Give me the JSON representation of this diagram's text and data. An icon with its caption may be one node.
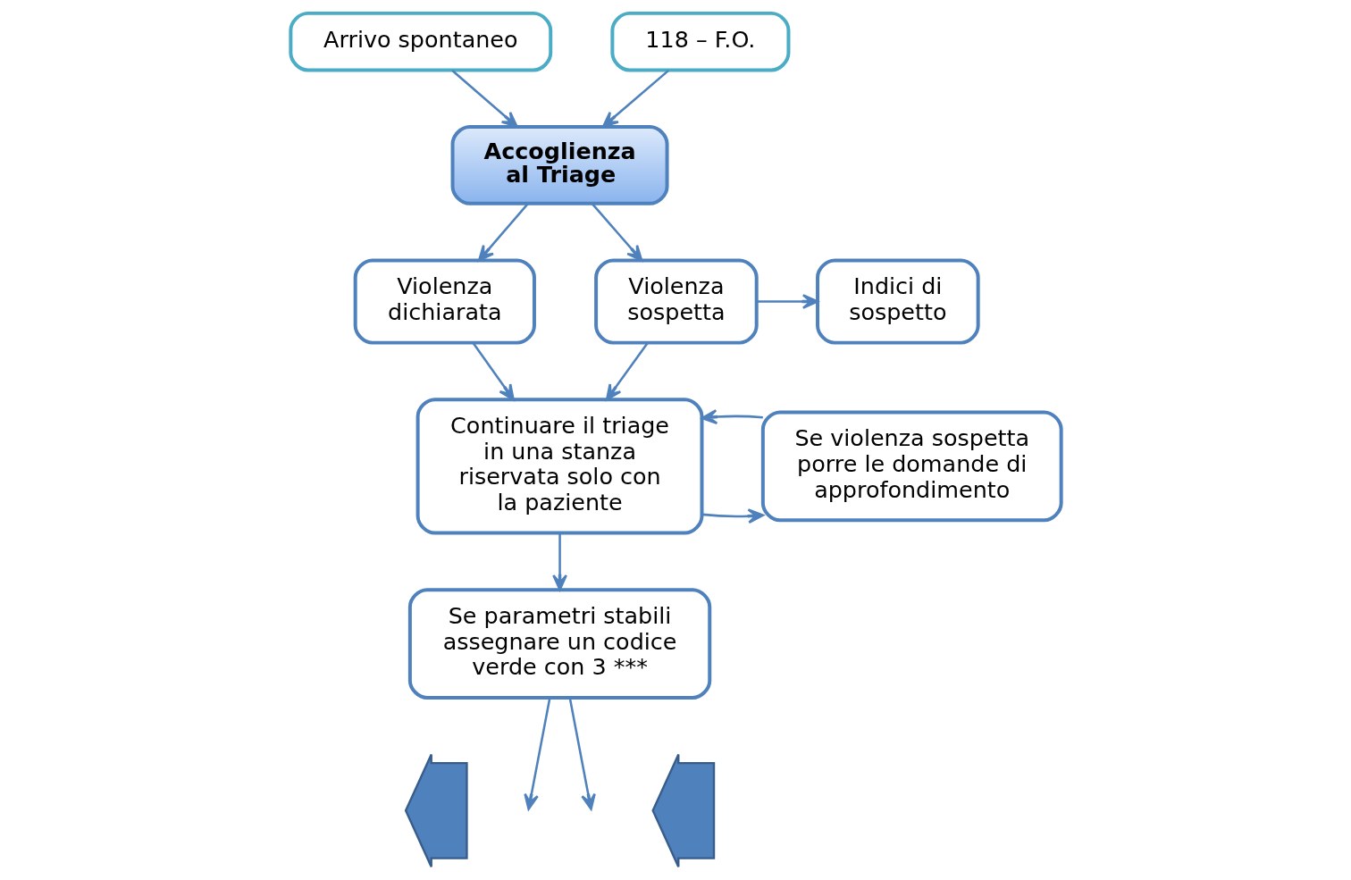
{
  "diagram": {
    "nodes": [
      {
        "text": [
          "Arrivo spontaneo"
        ]
      },
      {
        "text": [
          "118 – F.O."
        ]
      },
      {
        "text": [
          "Accoglienza al Triage"
        ]
      },
      {
        "text": [
          "Violenza dichiarata"
        ]
      },
      {
        "text": [
          "Violenza sospetta"
        ]
      },
      {
        "text": [
          "Indici di sospetto"
        ]
      },
      {
        "text": [
          "Continuare il triage in una stanza riservata solo con la paziente"
        ]
      },
      {
        "text": [
          "Se violenza sospetta porre le domande di approfondimento"
        ]
      },
      {
        "text": [
          "Se parametri stabili assegnare un codice verde con 3 ***"
        ]
      },
      {
        "text": [],
        "shape": "arrow"
      },
      {
        "text": [],
        "shape": "arrow"
      }
    ],
    "edges": [
      {
        "from": 0,
        "to": 2,
        "arrow": "to"
      },
      {
        "from": 1,
        "to": 2,
        "arrow": "to"
      },
      {
        "from": 2,
        "to": 3,
        "arrow": "to"
      },
      {
        "from": 2,
        "to": 4,
        "arrow": "to"
      },
      {
        "from": 4,
        "to": 5,
        "arrow": "to"
      },
      {
        "from": 3,
        "to": 6,
        "arrow": "to"
      },
      {
        "from": 4,
        "to": 6,
        "arrow": "to"
      },
      {
        "from": 6,
        "to": 7,
        "arrow": "to"
      },
      {
        "from": 7,
        "to": 6,
        "arrow": "to"
      },
      {
        "from": 6,
        "to": 8,
        "arrow": "to"
      },
      {
        "from": 8,
        "to": null,
        "arrow": "to"
      },
      {
        "from": 8,
        "to": null,
        "arrow": "to"
      }
    ]
  }
}
